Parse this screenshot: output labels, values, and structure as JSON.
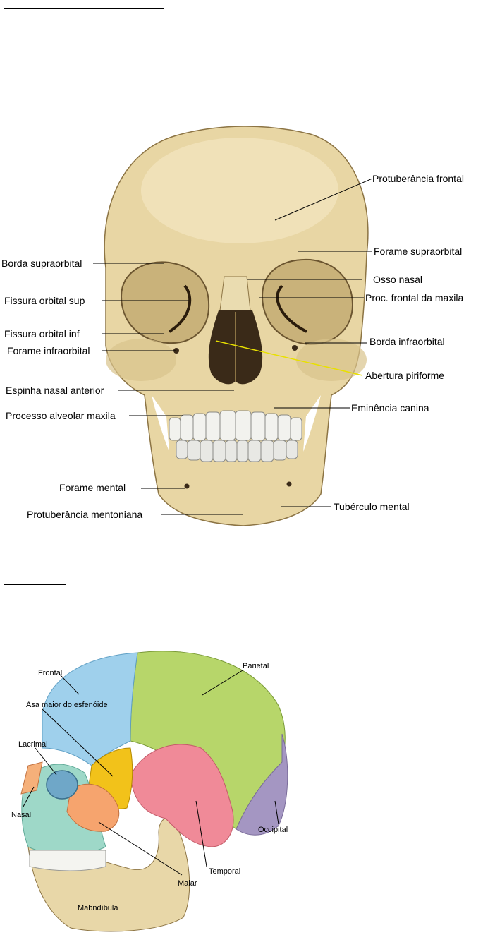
{
  "frontal_view": {
    "labels": {
      "protuberancia_frontal": "Protuberância frontal",
      "forame_supraorbital": "Forame supraorbital",
      "borda_supraorbital": "Borda supraorbital",
      "osso_nasal": "Osso nasal",
      "fissura_orbital_sup": "Fissura orbital sup",
      "proc_frontal_maxila": "Proc. frontal da maxila",
      "fissura_orbital_inf": "Fissura orbital inf",
      "borda_infraorbital": "Borda infraorbital",
      "forame_infraorbital": "Forame infraorbital",
      "abertura_piriforme": "Abertura piriforme",
      "espinha_nasal_anterior": "Espinha nasal anterior",
      "eminencia_canina": "Eminência canina",
      "processo_alveolar_maxila": "Processo alveolar maxila",
      "forame_mental": "Forame mental",
      "tuberculo_mental": "Tubérculo mental",
      "protuberancia_mentoniana": "Protuberância mentoniana"
    },
    "colors": {
      "bone": "#e8d6a4",
      "bone_shadow": "#b89c62",
      "cavity": "#3a2a18",
      "teeth": "#f2f2ee",
      "highlight_leader": "#e8e000"
    }
  },
  "lateral_view": {
    "labels": {
      "frontal": "Frontal",
      "parietal": "Parietal",
      "asa_maior": "Asa maior do esfenóide",
      "lacrimal": "Lacrimal",
      "nasal": "Nasal",
      "occipital": "Occipital",
      "temporal": "Temporal",
      "malar": "Malar",
      "mandibula": "Mabndíbula"
    },
    "colors": {
      "frontal": "#9fd0ec",
      "parietal": "#b7d66a",
      "sphenoid": "#f2c21a",
      "temporal": "#f08a98",
      "occipital": "#a496c2",
      "malar": "#f6a46e",
      "maxilla": "#9ed8c8",
      "mandible": "#e8d7a8",
      "nasal": "#f5b07a"
    }
  }
}
